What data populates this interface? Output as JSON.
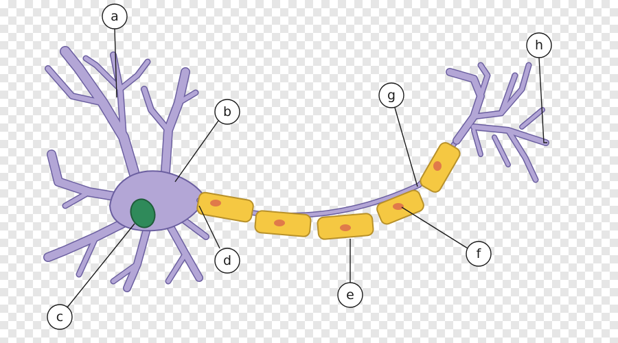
{
  "labels": {
    "a": "a",
    "b": "b",
    "c": "c",
    "d": "d",
    "e": "e",
    "f": "f",
    "g": "g",
    "h": "h"
  },
  "colors": {
    "cell_body": "#b3a6d6",
    "cell_outline": "#6b5fa0",
    "nucleus": "#2f8a5a",
    "myelin": "#f5c842",
    "myelin_outline": "#b8912a",
    "schwann_nucleus": "#e07a4a"
  }
}
